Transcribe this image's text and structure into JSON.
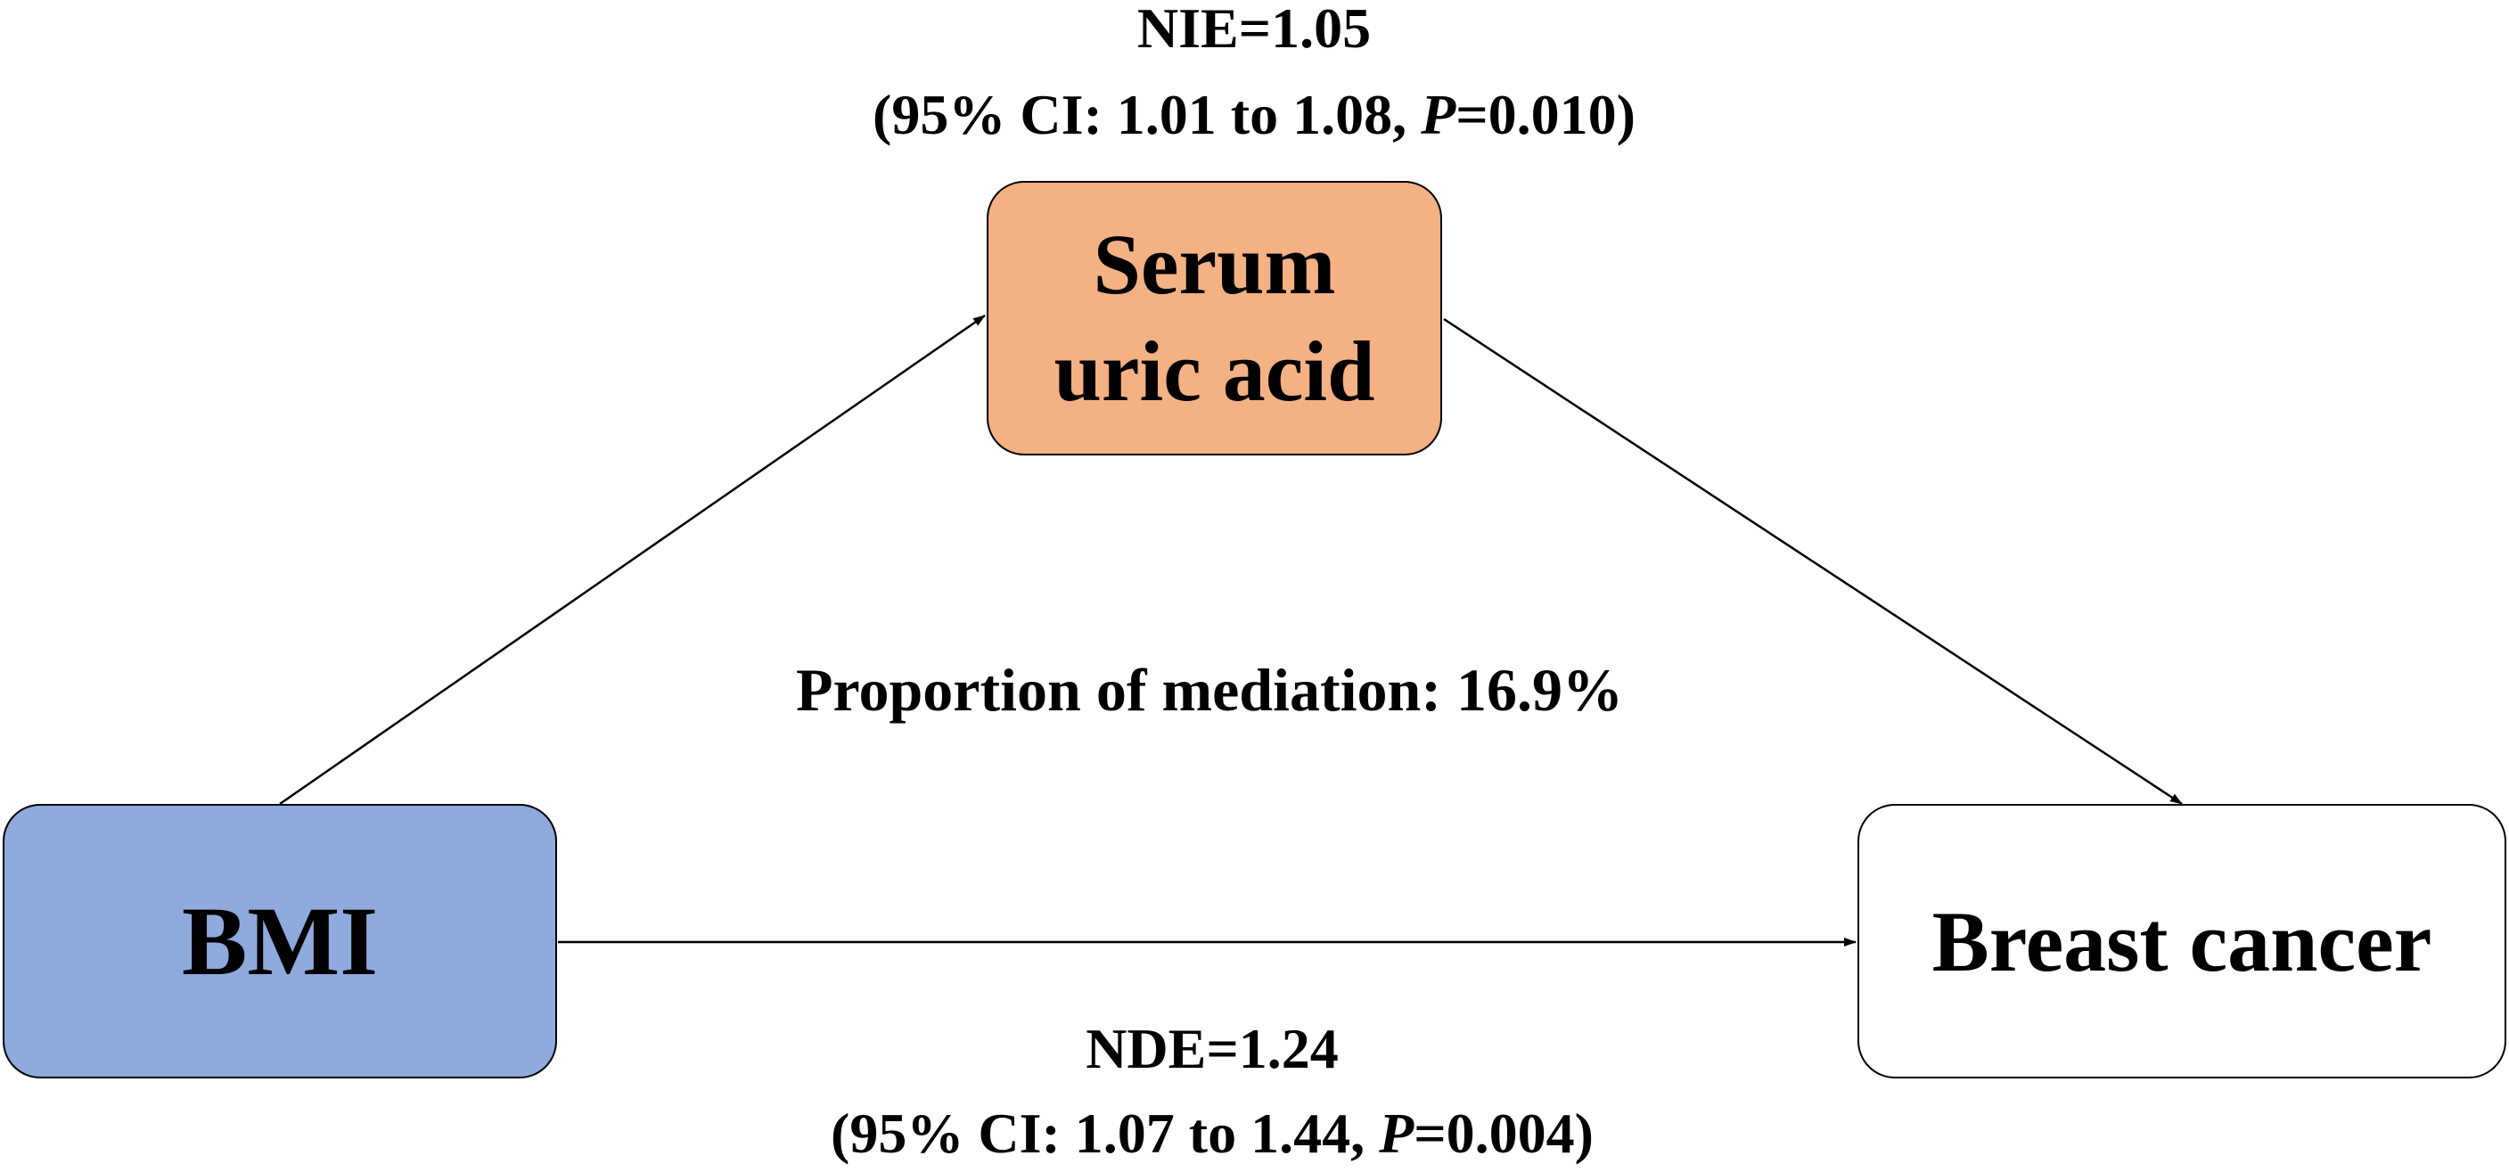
{
  "colors": {
    "mediator_fill": "#F4B183",
    "exposure_fill": "#8FAADC",
    "outcome_fill": "#FFFFFF",
    "border": "#000000",
    "arrow": "#000000"
  },
  "nodes": {
    "mediator": {
      "line1": "Serum",
      "line2": "uric acid"
    },
    "exposure": {
      "label": "BMI"
    },
    "outcome": {
      "label": "Breast cancer"
    }
  },
  "indirect_effect": {
    "label": "NIE=1.05",
    "ci_open": "(95% CI: 1.01 to 1.08, ",
    "p_symbol": "P",
    "p_value": "=0.010)"
  },
  "direct_effect": {
    "label": "NDE=1.24",
    "ci_open": "(95% CI: 1.07 to 1.44, ",
    "p_symbol": "P",
    "p_value": "=0.004)"
  },
  "mediation": {
    "label": "Proportion of mediation: 16.9%"
  }
}
